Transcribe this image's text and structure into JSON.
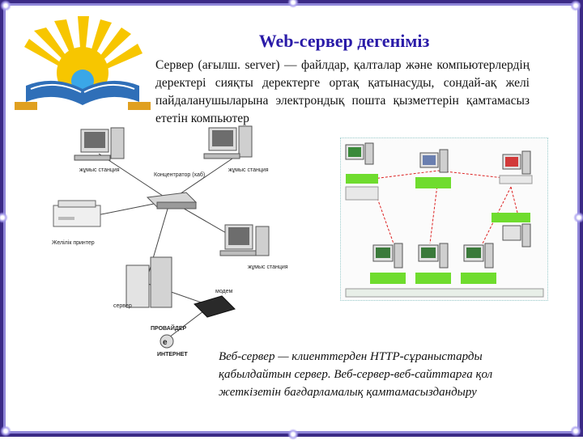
{
  "slide": {
    "title": "Web-сервер  дегеніміз",
    "intro": "Сервер (ағылш. server) — файлдар, қалталар және компьютерлердің деректері сияқты деректерге ортақ қатынасуды, сондай-ақ желі пайдаланушыларына электрондық пошта қызметтерін қамтамасыз ететін компьютер",
    "definition": "Веб-сервер — клиенттерден HTTP-сұраныстарды қабылдайтын сервер. Веб-сервер-веб-сайттарға қол жеткізетін бағдарламалық қамтамасыздандыру"
  },
  "logo": {
    "icon": "kazakhstan-emblem-book-sun-icon"
  },
  "network_diagram": {
    "labels": {
      "workstation_1": "жұмыс станция",
      "hub": "Концентратор (хаб)",
      "workstation_2": "жұмыс станция",
      "printer": "Желілік принтер",
      "workstation_3": "жұмыс станция",
      "server": "сервер",
      "modem": "модем",
      "provider": "ПРОВАЙДЕР",
      "internet": "ИНТЕРНЕТ"
    }
  },
  "colors": {
    "title": "#2a1ba8",
    "frame": "#3b2a86",
    "frame_inner": "#8f86d8",
    "sun": "#f7c600",
    "book": "#2f6fb8",
    "green_label": "#6fdc2e",
    "arrow": "#d22"
  }
}
